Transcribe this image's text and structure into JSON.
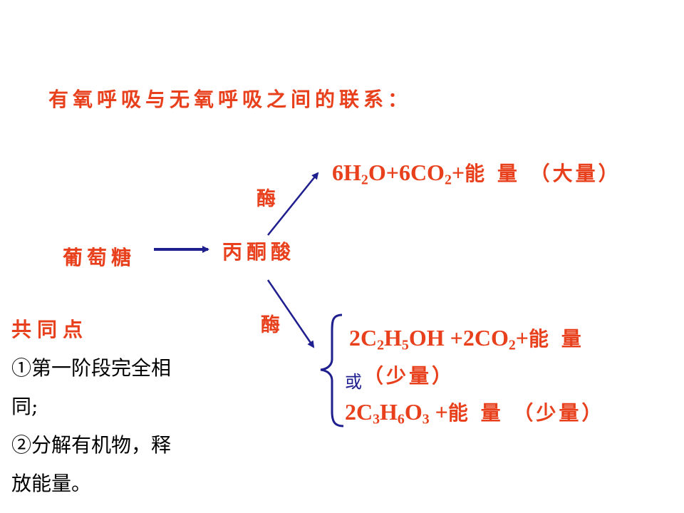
{
  "title": "有氧呼吸与无氧呼吸之间的联系：",
  "glucose": "葡萄糖",
  "pyruvate": "丙酮酸",
  "enzyme_top": "酶",
  "enzyme_bottom": "酶",
  "aerobic": {
    "c1": "6H",
    "s1": "2",
    "c2": "O+6CO",
    "s2": "2",
    "c3": "+",
    "cn": "能 量 （大量）"
  },
  "anaerobic1": {
    "c1": "2C",
    "s1": "2",
    "c2": "H",
    "s2": "5",
    "c3": "OH +2CO",
    "s3": "2",
    "c4": "+",
    "cn": "能 量"
  },
  "anaerobic1_cont": "（少量）",
  "or_label": "或",
  "anaerobic2": {
    "c1": "2C",
    "s1": "3",
    "c2": "H",
    "s2": "6",
    "c3": "O",
    "s3": "3",
    "c4": " +",
    "cn": "能 量 （少量）"
  },
  "common": {
    "heading": "共同点",
    "line1": "①第一阶段完全相",
    "line2": "同;",
    "line3": "②分解有机物，释",
    "line4": "放能量。"
  },
  "colors": {
    "text_accent": "#e8401c",
    "arrow": "#1f1f8f",
    "body_text": "#000000"
  }
}
